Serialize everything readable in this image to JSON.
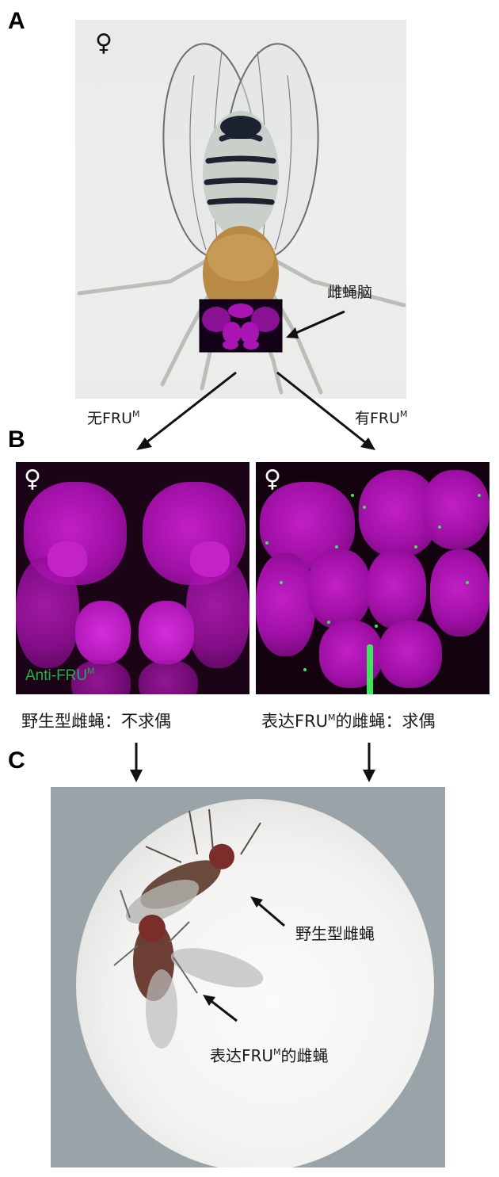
{
  "figure": {
    "panels": [
      {
        "letter": "A"
      },
      {
        "letter": "B"
      },
      {
        "letter": "C"
      }
    ],
    "symbols": {
      "female": "♀"
    },
    "panel_a": {
      "sex_symbol": "♀",
      "brain_label": "雌蝇脑",
      "branch_left": {
        "prefix": "无FRU",
        "superscript": "M"
      },
      "branch_right": {
        "prefix": "有FRU",
        "superscript": "M"
      }
    },
    "panel_b": {
      "left_image": {
        "sex_symbol": "♀",
        "stain_label": "Anti-FRU",
        "stain_superscript": "M",
        "stain_color": "#22b04a"
      },
      "right_image": {
        "sex_symbol": "♀"
      },
      "caption_left": "野生型雌蝇：不求偶",
      "caption_right": {
        "prefix": "表达FRU",
        "superscript": "M",
        "suffix": "的雌蝇：求偶"
      }
    },
    "panel_c": {
      "label_wildtype": "野生型雌蝇",
      "label_expressing": {
        "prefix": "表达FRU",
        "superscript": "M",
        "suffix": "的雌蝇"
      }
    },
    "colors": {
      "magenta": "#b014b8",
      "green": "#3ee65a",
      "fly_thorax": "#b98a45",
      "background": "#ffffff"
    }
  }
}
